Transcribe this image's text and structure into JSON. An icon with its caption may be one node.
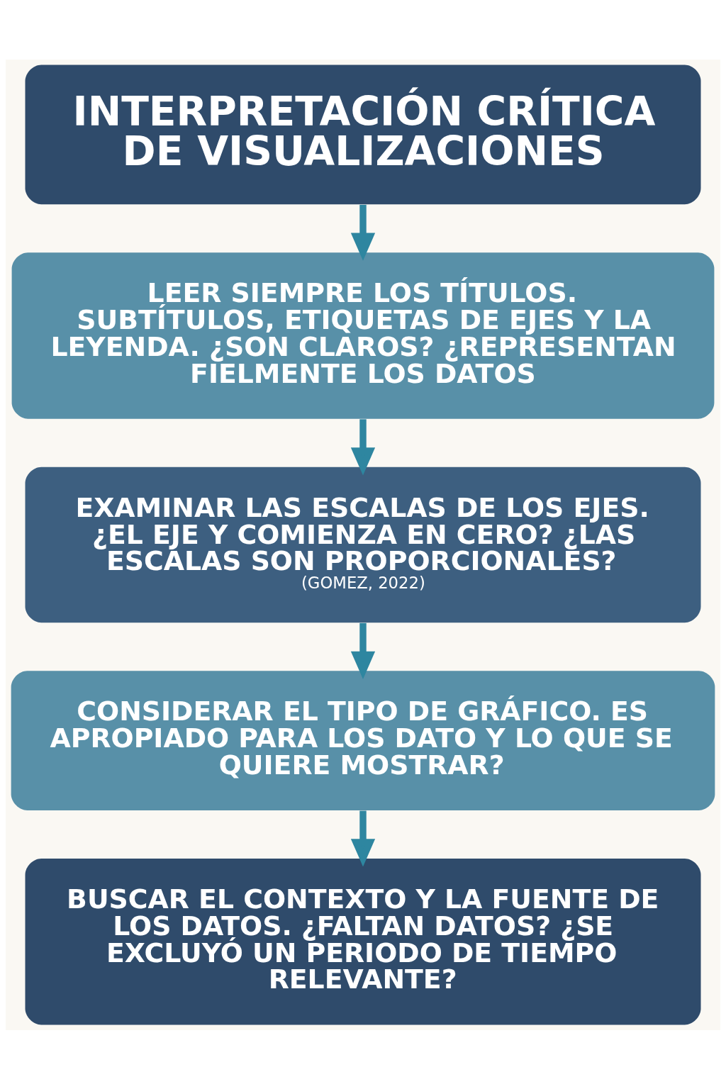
{
  "diagram": {
    "nodes": [
      {
        "text": [
          "INTERPRETACIÓN CRÍTICA DE VISUALIZACIONES"
        ]
      },
      {
        "text": [
          "LEER SIEMPRE LOS TÍTULOS. SUBTÍTULOS, ETIQUETAS DE EJES Y LA LEYENDA. ¿SON CLAROS? ¿REPRESENTAN FIELMENTE LOS DATOS"
        ]
      },
      {
        "text": [
          "EXAMINAR LAS ESCALAS DE LOS EJES. ¿EL EJE Y COMIENZA EN CERO? ¿LAS ESCALAS SON PROPORCIONALES?",
          "(GOMEZ, 2022)"
        ]
      },
      {
        "text": [
          "CONSIDERAR EL TIPO DE GRÁFICO. ES APROPIADO PARA LOS DATO Y LO QUE SE QUIERE MOSTRAR?"
        ]
      },
      {
        "text": [
          "BUSCAR EL CONTEXTO Y LA FUENTE DE LOS DATOS. ¿FALTAN DATOS? ¿SE EXCLUYÓ UN PERIODO DE TIEMPO RELEVANTE?"
        ]
      }
    ],
    "edges": [
      {
        "from": 0,
        "to": 1,
        "arrow": "to"
      },
      {
        "from": 1,
        "to": 2,
        "arrow": "to"
      },
      {
        "from": 2,
        "to": 3,
        "arrow": "to"
      },
      {
        "from": 3,
        "to": 4,
        "arrow": "to"
      }
    ]
  }
}
